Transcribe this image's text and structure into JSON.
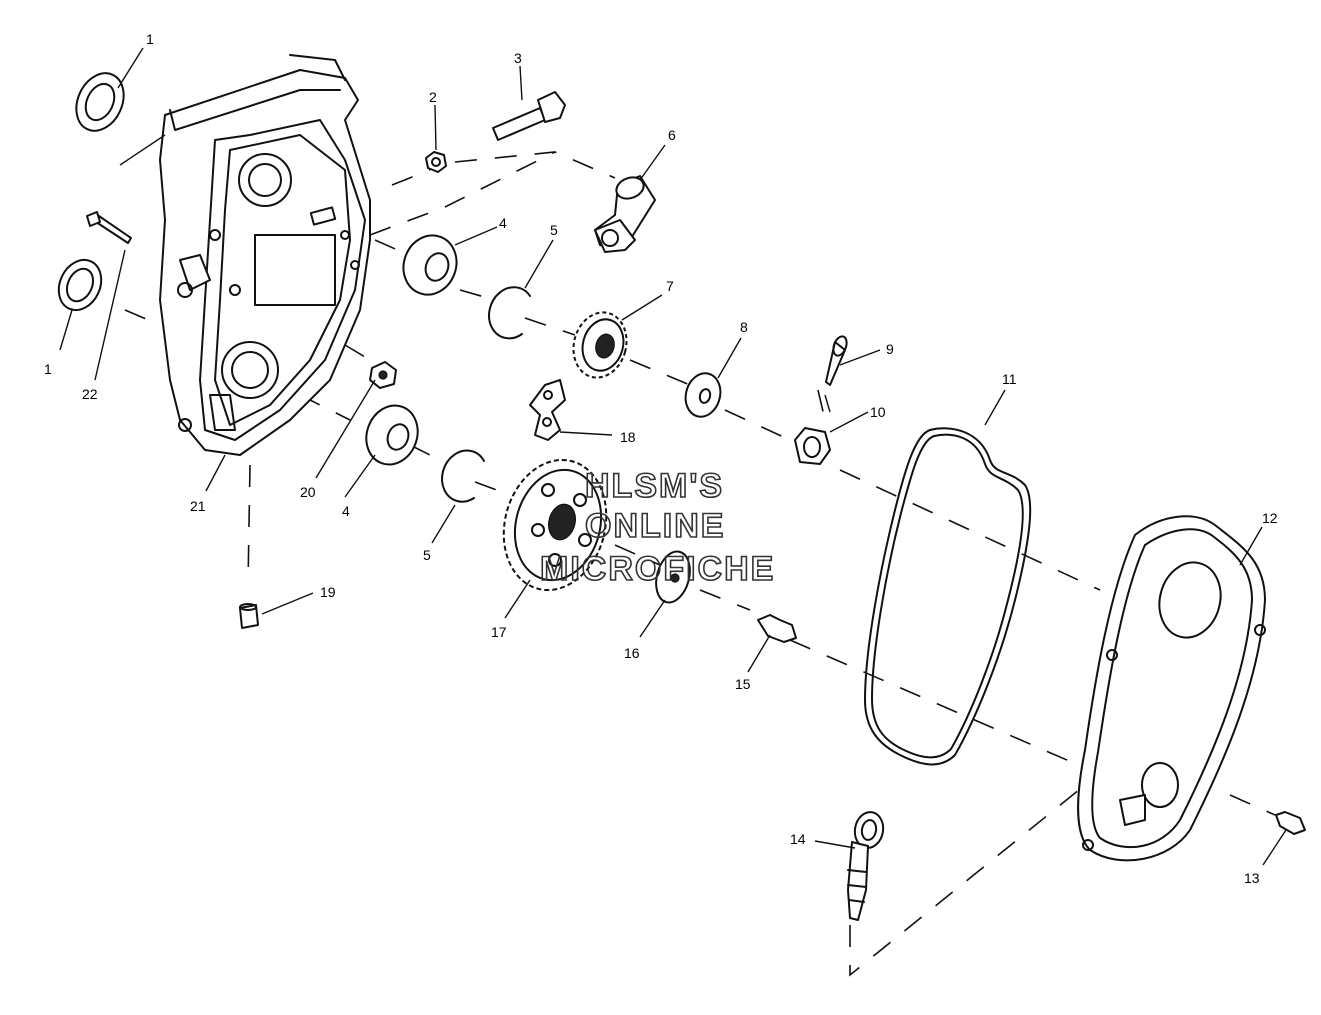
{
  "diagram": {
    "callouts": [
      {
        "id": "c1a",
        "label": "1"
      },
      {
        "id": "c1b",
        "label": "1"
      },
      {
        "id": "c2",
        "label": "2"
      },
      {
        "id": "c3",
        "label": "3"
      },
      {
        "id": "c4a",
        "label": "4"
      },
      {
        "id": "c4b",
        "label": "4"
      },
      {
        "id": "c5a",
        "label": "5"
      },
      {
        "id": "c5b",
        "label": "5"
      },
      {
        "id": "c6",
        "label": "6"
      },
      {
        "id": "c7",
        "label": "7"
      },
      {
        "id": "c8",
        "label": "8"
      },
      {
        "id": "c9",
        "label": "9"
      },
      {
        "id": "c10",
        "label": "10"
      },
      {
        "id": "c11",
        "label": "11"
      },
      {
        "id": "c12",
        "label": "12"
      },
      {
        "id": "c13",
        "label": "13"
      },
      {
        "id": "c14",
        "label": "14"
      },
      {
        "id": "c15",
        "label": "15"
      },
      {
        "id": "c16",
        "label": "16"
      },
      {
        "id": "c17",
        "label": "17"
      },
      {
        "id": "c18",
        "label": "18"
      },
      {
        "id": "c19",
        "label": "19"
      },
      {
        "id": "c20",
        "label": "20"
      },
      {
        "id": "c21",
        "label": "21"
      },
      {
        "id": "c22",
        "label": "22"
      }
    ],
    "watermark": [
      "HLSM'S",
      "ONLINE",
      "MICROFICHE"
    ]
  }
}
